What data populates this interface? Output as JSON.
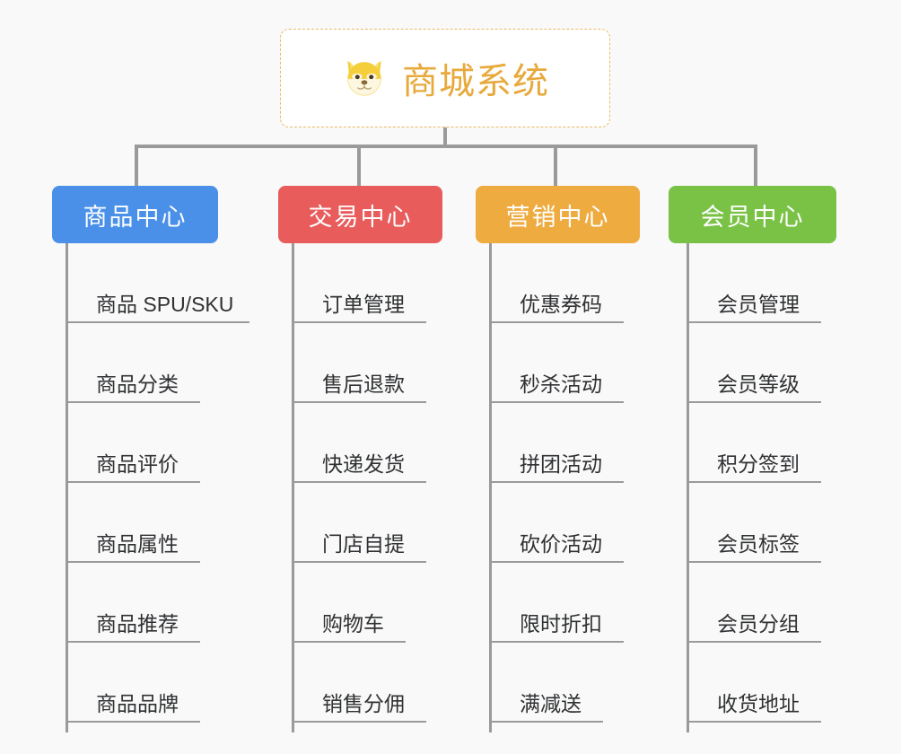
{
  "root": {
    "icon": "shiba-dog-face-icon",
    "title": "商城系统",
    "title_color": "#e8a93c",
    "border_color": "#e9b964"
  },
  "theme": {
    "background": "#f9f9f9",
    "line_color": "#9a9a9a",
    "leaf_text_color": "#303133"
  },
  "columns": [
    {
      "label": "商品中心",
      "color": "#4a90e8",
      "items": [
        "商品 SPU/SKU",
        "商品分类",
        "商品评价",
        "商品属性",
        "商品推荐",
        "商品品牌"
      ]
    },
    {
      "label": "交易中心",
      "color": "#e85c5c",
      "items": [
        "订单管理",
        "售后退款",
        "快递发货",
        "门店自提",
        "购物车",
        "销售分佣"
      ]
    },
    {
      "label": "营销中心",
      "color": "#eeab40",
      "items": [
        "优惠券码",
        "秒杀活动",
        "拼团活动",
        "砍价活动",
        "限时折扣",
        "满减送"
      ]
    },
    {
      "label": "会员中心",
      "color": "#79c246",
      "items": [
        "会员管理",
        "会员等级",
        "积分签到",
        "会员标签",
        "会员分组",
        "收货地址"
      ]
    }
  ]
}
